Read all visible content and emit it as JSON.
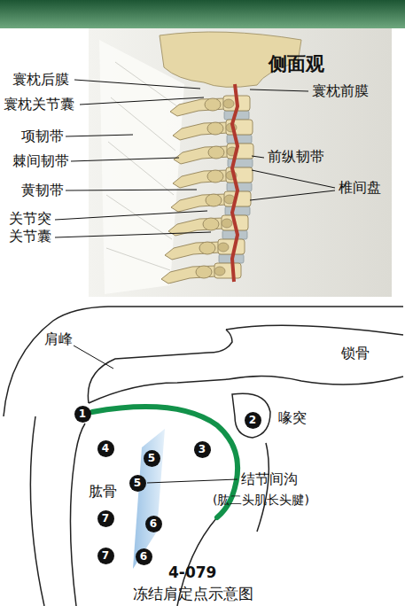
{
  "diagram": {
    "title": "侧面观",
    "caption": "冻结肩定点示意图",
    "nodes": [
      {
        "text": [
          "1"
        ]
      },
      {
        "text": [
          "2"
        ]
      },
      {
        "text": [
          "4"
        ]
      },
      {
        "text": [
          "3"
        ]
      },
      {
        "text": [
          "5"
        ]
      },
      {
        "text": [
          "5"
        ]
      },
      {
        "text": [
          "7"
        ]
      },
      {
        "text": [
          "6"
        ]
      },
      {
        "text": [
          "7"
        ]
      },
      {
        "text": [
          "6"
        ]
      }
    ],
    "labels": [
      "寰枕后膜",
      "寰枕关节囊",
      "项韧带",
      "棘间韧带",
      "黄韧带",
      "关节突 关节囊",
      "寰枕前膜",
      "前纵韧带",
      "椎间盘",
      "肩峰",
      "锁骨",
      "喙突",
      "肱骨",
      "结节间沟",
      "(肱二头肌长头腱)",
      "4-079"
    ]
  }
}
